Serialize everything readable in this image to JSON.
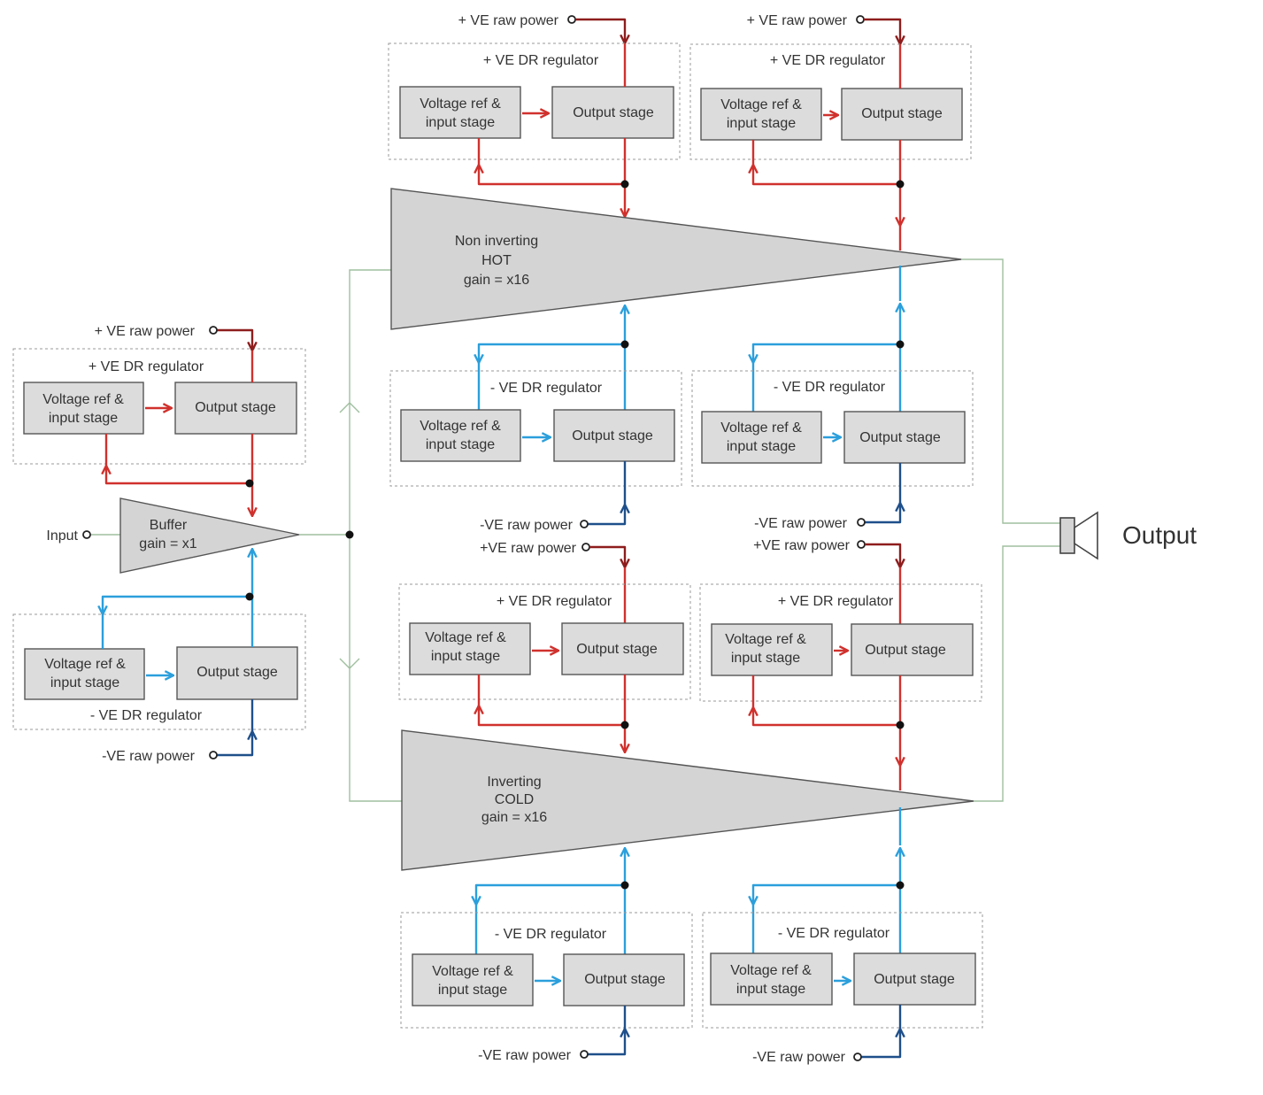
{
  "labels": {
    "pos_raw_power": "+ VE raw power",
    "pos_raw_power_compact": "+VE raw power",
    "neg_raw_power": "-VE raw power",
    "pos_dr_regulator": "+ VE DR regulator",
    "neg_dr_regulator": "- VE DR regulator",
    "vref_line1": "Voltage ref &",
    "vref_line2": "input stage",
    "output_stage": "Output stage",
    "input": "Input",
    "output": "Output"
  },
  "buffer": {
    "line1": "Buffer",
    "line2": "gain = x1"
  },
  "hot_amp": {
    "line1": "Non inverting",
    "line2": "HOT",
    "line3": "gain = x16"
  },
  "cold_amp": {
    "line1": "Inverting",
    "line2": "COLD",
    "line3": "gain = x16"
  },
  "colors": {
    "positive_rail": "#d0312d",
    "positive_raw": "#8e1d1d",
    "negative_rail": "#2b9fdc",
    "negative_raw": "#1e4f8a",
    "signal": "#9fbf9f",
    "block_fill": "#dcdcdc"
  }
}
